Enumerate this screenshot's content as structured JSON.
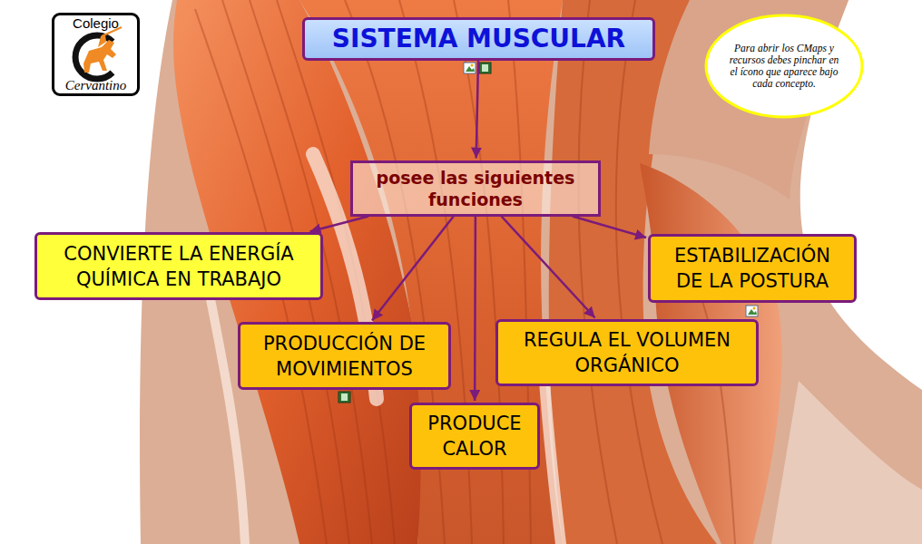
{
  "diagram": {
    "nodes": [
      {
        "text": [
          "Colegio",
          "Cervantino"
        ]
      },
      {
        "text": [
          "SISTEMA MUSCULAR"
        ]
      },
      {
        "text": [
          "Para abrir los CMaps y recursos debes pinchar en el ícono que aparece bajo cada concepto."
        ]
      },
      {
        "text": [
          "posee las siguientes funciones"
        ]
      },
      {
        "text": [
          "CONVIERTE LA ENERGÍA QUÍMICA EN TRABAJO"
        ]
      },
      {
        "text": [
          "ESTABILIZACIÓN DE LA POSTURA"
        ]
      },
      {
        "text": [
          "PRODUCCIÓN DE MOVIMIENTOS"
        ]
      },
      {
        "text": [
          "REGULA EL VOLUMEN ORGÁNICO"
        ]
      },
      {
        "text": [
          "PRODUCE CALOR"
        ]
      }
    ],
    "edges": [
      {
        "from": 1,
        "to": 3,
        "arrow": "to"
      },
      {
        "from": 3,
        "to": 4,
        "arrow": "to"
      },
      {
        "from": 3,
        "to": 5,
        "arrow": "to"
      },
      {
        "from": 3,
        "to": 6,
        "arrow": "to"
      },
      {
        "from": 3,
        "to": 7,
        "arrow": "to"
      },
      {
        "from": 3,
        "to": 8,
        "arrow": "to"
      }
    ]
  }
}
